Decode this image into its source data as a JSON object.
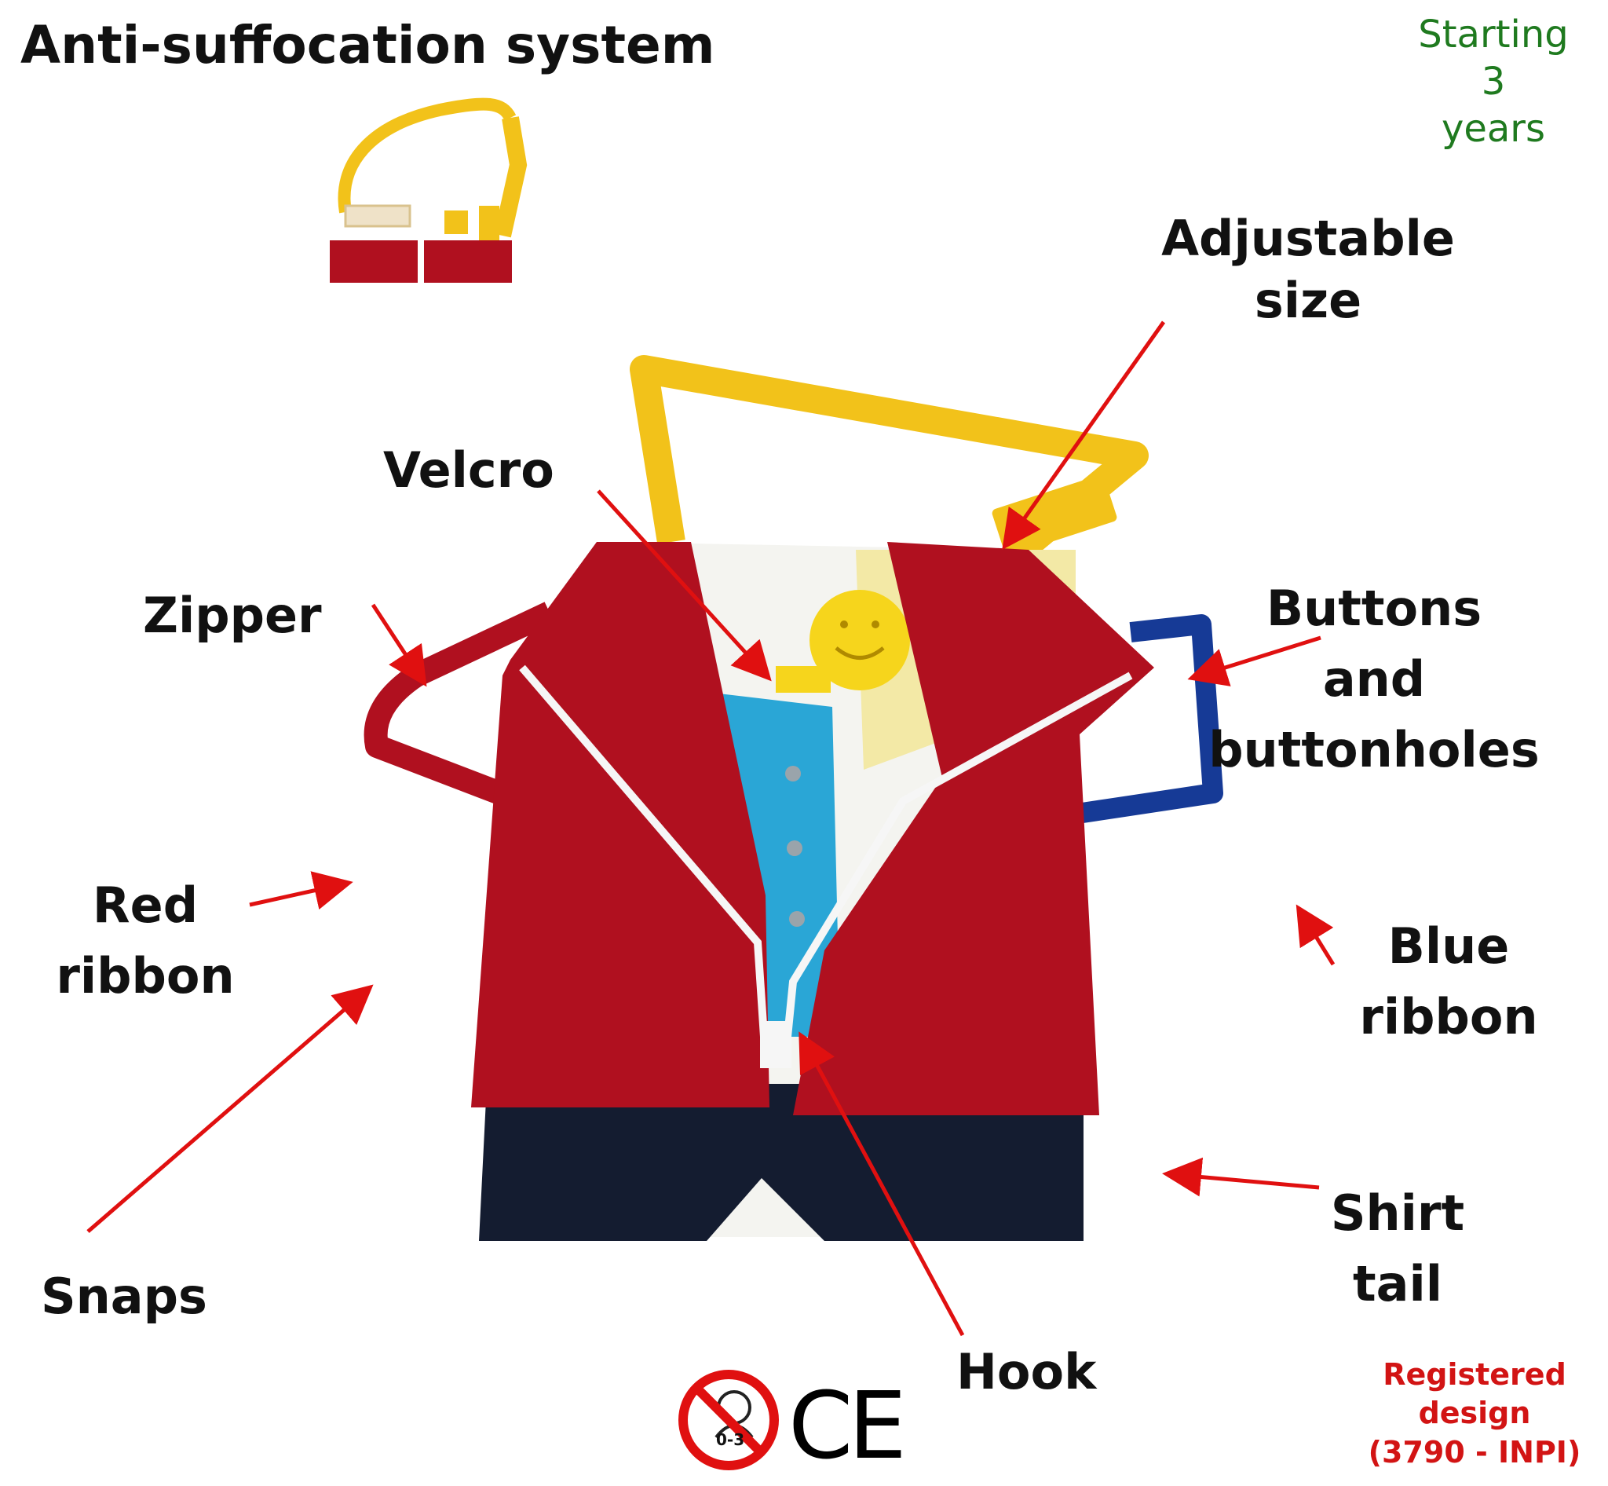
{
  "title": "Anti-suffocation system",
  "age_note": {
    "line1": "Starting",
    "line2": "3",
    "line3": "years"
  },
  "labels": {
    "adjustable": {
      "line1": "Adjustable",
      "line2": "size"
    },
    "velcro": "Velcro",
    "zipper": "Zipper",
    "buttons": {
      "line1": "Buttons",
      "line2": "and",
      "line3": "buttonholes"
    },
    "red_ribbon": {
      "line1": "Red",
      "line2": "ribbon"
    },
    "blue_ribbon": {
      "line1": "Blue",
      "line2": "ribbon"
    },
    "snaps": "Snaps",
    "shirt_tail": {
      "line1": "Shirt",
      "line2": "tail"
    },
    "hook": "Hook"
  },
  "registered": {
    "line1": "Registered",
    "line2": "design",
    "line3": "(3790 - INPI)"
  },
  "warning_icon": {
    "name": "no-under-3-icon",
    "text": "0-3"
  },
  "ce_mark": "CE",
  "colors": {
    "arrow": "#e01010",
    "jacket_red": "#b0101f",
    "strap_yellow": "#f2c21a",
    "shirt_blue": "#2aa6d6",
    "shorts_navy": "#141c30",
    "ribbon_blue": "#163a96",
    "age_green": "#1f7a1f"
  }
}
